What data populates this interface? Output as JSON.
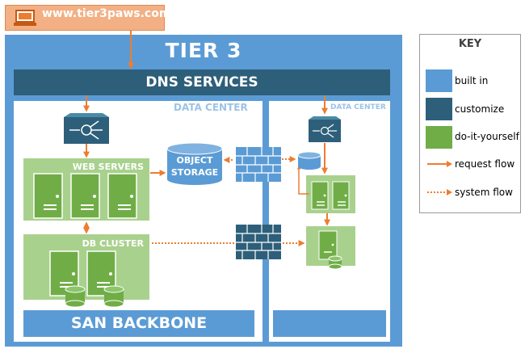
{
  "site": {
    "url": "www.tier3paws.com"
  },
  "tier": {
    "title": "TIER 3"
  },
  "dns": {
    "label": "DNS SERVICES"
  },
  "datacenters": {
    "primary_label": "DATA CENTER",
    "secondary_label": "DATA CENTER"
  },
  "web_servers": {
    "label": "WEB SERVERS"
  },
  "db_cluster": {
    "label": "DB CLUSTER"
  },
  "object_storage": {
    "line1": "OBJECT",
    "line2": "STORAGE"
  },
  "san": {
    "label": "SAN BACKBONE"
  },
  "key": {
    "title": "KEY",
    "items": [
      {
        "label": "built in",
        "color": "#5b9bd5"
      },
      {
        "label": "customize",
        "color": "#2e5f7a"
      },
      {
        "label": "do-it-yourself",
        "color": "#70ad47"
      },
      {
        "label": "request flow"
      },
      {
        "label": "system flow"
      }
    ]
  },
  "colors": {
    "built_in": "#5b9bd5",
    "customize": "#2e5f7a",
    "diy": "#70ad47",
    "diy_light": "#a9d18e",
    "flow": "#ed7d31",
    "site_box": "#f2b084"
  },
  "icons": [
    "laptop-icon",
    "load-balancer-icon",
    "server-icon",
    "database-icon",
    "firewall-icon"
  ]
}
